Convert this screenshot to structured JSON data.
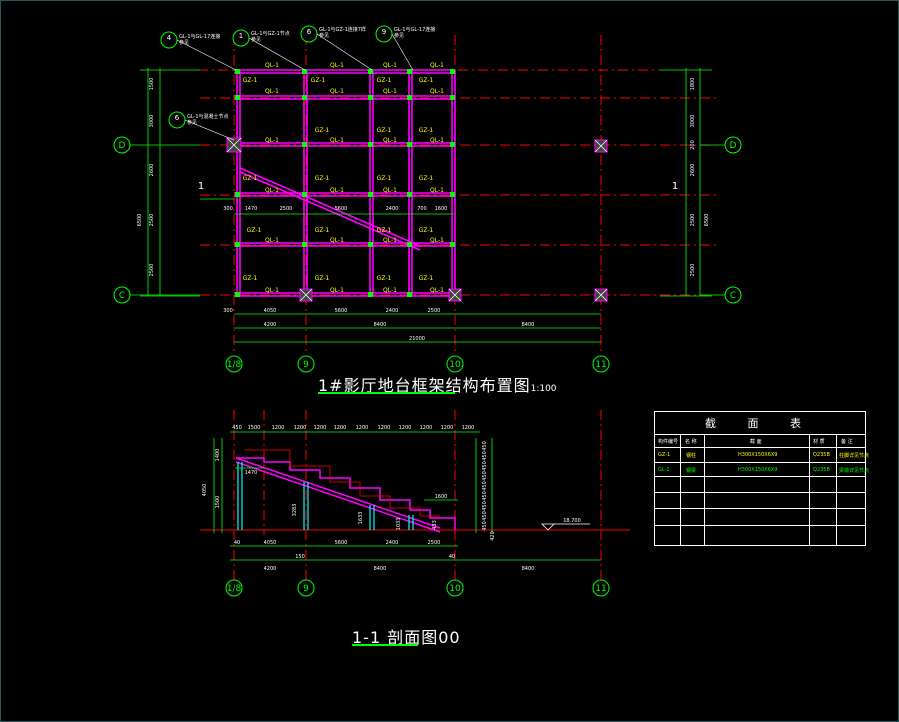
{
  "plan": {
    "title": "1#影厅地台框架结构布置图",
    "scale": "1:100",
    "axis_bubbles": [
      "1/8",
      "9",
      "10",
      "11"
    ],
    "row_bubbles": [
      "D",
      "C"
    ],
    "section_mark": "1",
    "top_dims": [
      "4050",
      "5600",
      "2400",
      "2500"
    ],
    "mid_dims": [
      "4200",
      "8400",
      "8400"
    ],
    "total_dim": "21000",
    "left_small": "300",
    "left_vert_dims": [
      "1500",
      "3000",
      "2600",
      "2500",
      "2500"
    ],
    "left_total": "6500",
    "right_vert_dims": [
      "1800",
      "3000",
      "200",
      "2600",
      "2500",
      "2500"
    ],
    "right_total": "6500",
    "inner_dims": [
      "300",
      "1470",
      "2500",
      "5600",
      "2400",
      "700",
      "1600"
    ],
    "beam_label": "QL-1",
    "col_label": "GZ-1",
    "callouts": [
      {
        "num": "4",
        "text": "GL-1与GL-17连接\n参见"
      },
      {
        "num": "1",
        "text": "GL-1与GZ-1节点\n参见"
      },
      {
        "num": "6",
        "text": "GL-1与GZ-1连接7样\n参见"
      },
      {
        "num": "9",
        "text": "GL-1与GL-17连接\n参见"
      },
      {
        "num": "6",
        "text": "GL-1与混凝土节点\n参见"
      }
    ]
  },
  "section": {
    "title": "1-1 剖面图",
    "suffix": "00",
    "top_dims": [
      "450",
      "1500",
      "1200",
      "1200",
      "1200",
      "1200",
      "1200",
      "1200",
      "1200",
      "1200",
      "1200",
      "1200"
    ],
    "left_dims": [
      "1400",
      "4050",
      "1500"
    ],
    "inner_dims": [
      "1470",
      "3283",
      "1633",
      "1033",
      "433",
      "1600"
    ],
    "right_dims": [
      "450",
      "450",
      "450",
      "450",
      "450",
      "450",
      "450",
      "450",
      "450",
      "420"
    ],
    "bottom_dims": [
      "40",
      "4050",
      "5600",
      "2400",
      "2500",
      "40"
    ],
    "bottom_dims2": [
      "4200",
      "150",
      "8400",
      "8400"
    ],
    "elevation": "18.700",
    "axis_bubbles": [
      "1/8",
      "9",
      "10",
      "11"
    ]
  },
  "table": {
    "title": "截 面 表",
    "headers": [
      "构件编号",
      "名 称",
      "截 面",
      "材 质",
      "备 注"
    ],
    "rows": [
      {
        "id": "GZ-1",
        "name": "钢柱",
        "section": "H300X150X6X9",
        "material": "Q235B",
        "note": "柱脚详见节点",
        "color": "#ffff00"
      },
      {
        "id": "GL-1",
        "name": "钢梁",
        "section": "H300X150X6X9",
        "material": "Q235B",
        "note": "梁端详见节点",
        "color": "#00ff00"
      }
    ]
  },
  "colors": {
    "background": "#000000",
    "axis": "#ff0000",
    "beam": "#ff00ff",
    "dimension": "#00ff00",
    "text": "#ffffff",
    "label": "#ffff00",
    "column": "#00ffff"
  }
}
